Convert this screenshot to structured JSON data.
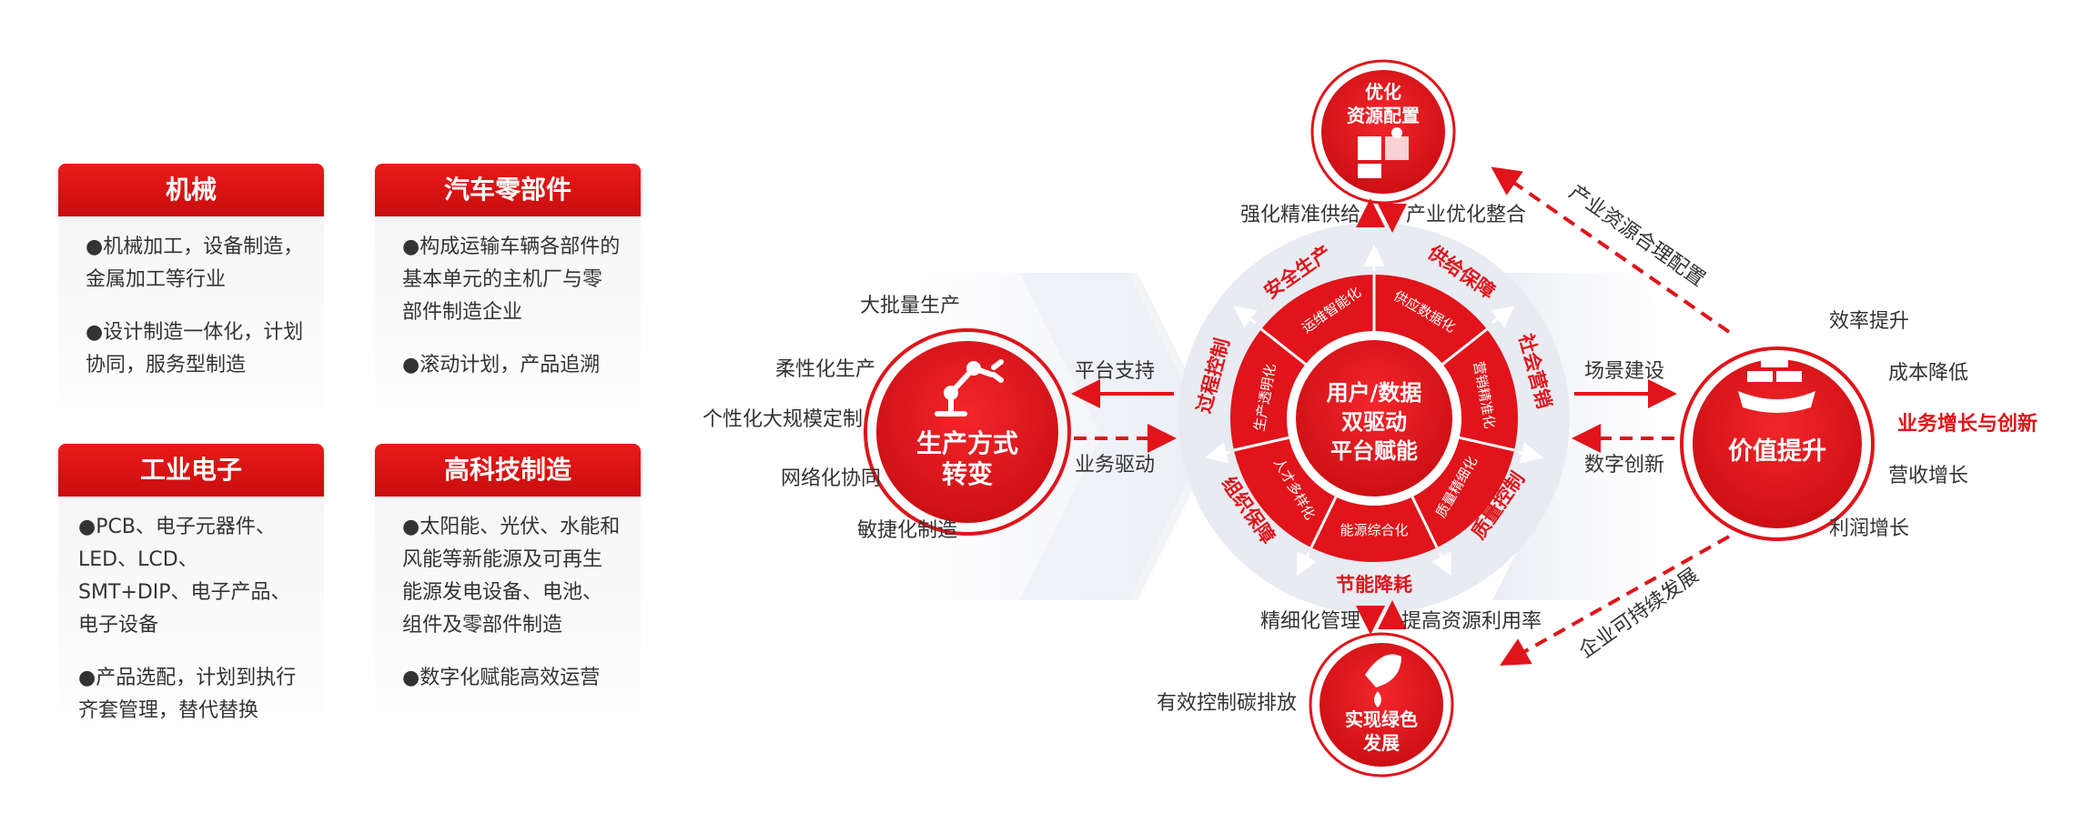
{
  "industries": [
    {
      "title": "机械",
      "items": [
        "●机械加工，设备制造，金属加工等行业",
        "●设计制造一体化，计划协同，服务型制造"
      ]
    },
    {
      "title": "汽车零部件",
      "items": [
        "●构成运输车辆各部件的基本单元的主机厂与零部件制造企业",
        "●滚动计划，产品追溯"
      ]
    },
    {
      "title": "工业电子",
      "items": [
        "●PCB、电子元器件、LED、LCD、SMT+DIP、电子产品、电子设备",
        "●产品选配，计划到执行齐套管理，替代替换"
      ]
    },
    {
      "title": "高科技制造",
      "items": [
        "●太阳能、光伏、水能和风能等新能源及可再生能源发电设备、电池、组件及零部件制造",
        "●数字化赋能高效运营"
      ]
    }
  ],
  "left_hub": {
    "line1": "生产方式",
    "line2": "转变",
    "modes": [
      "大批量生产",
      "柔性化生产",
      "个性化大规模定制",
      "网络化协同",
      "敏捷化制造"
    ],
    "arrow_top": "平台支持",
    "arrow_bottom": "业务驱动"
  },
  "center": {
    "line1": "用户/数据",
    "line2": "双驱动",
    "line3": "平台赋能",
    "inner_segments": [
      "运维智能化",
      "供应数据化",
      "营销精准化",
      "质量精细化",
      "能源综合化",
      "人才多样化",
      "生产透明化"
    ],
    "outer_labels": [
      "安全生产",
      "供给保障",
      "社会营销",
      "质量控制",
      "节能降耗",
      "组织保障",
      "过程控制"
    ]
  },
  "top_hub": {
    "line1": "优化",
    "line2": "资源配置",
    "left_label": "强化精准供给",
    "right_label": "产业优化整合"
  },
  "bottom_hub": {
    "line1": "实现绿色",
    "line2": "发展",
    "left_label": "精细化管理",
    "right_label": "提高资源利用率",
    "side_label": "有效控制碳排放"
  },
  "right_hub": {
    "label": "价值提升",
    "benefits": [
      "效率提升",
      "成本降低",
      "业务增长与创新",
      "营收增长",
      "利润增长"
    ],
    "arrow_top": "场景建设",
    "arrow_bottom": "数字创新"
  },
  "diagonals": {
    "upper": "产业资源合理配置",
    "lower": "企业可持续发展"
  },
  "colors": {
    "red": "#e0141a",
    "dark_red": "#c80d0d",
    "text": "#333333",
    "light_gray": "#eef0f5"
  }
}
